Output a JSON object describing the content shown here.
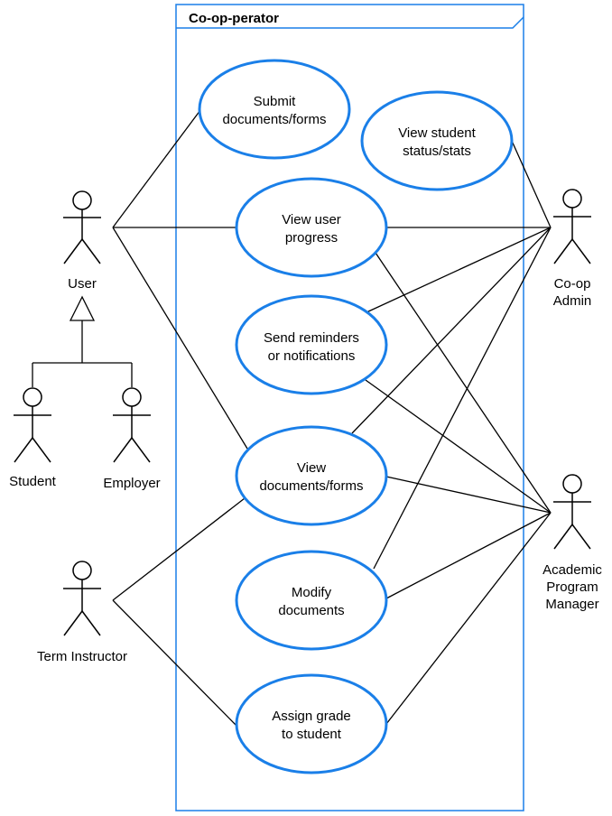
{
  "system": {
    "name": "Co-op-perator"
  },
  "actors": {
    "user": "User",
    "student": "Student",
    "employer": "Employer",
    "term_instructor": "Term Instructor",
    "coop_admin": [
      "Co-op",
      "Admin"
    ],
    "academic_program_manager": [
      "Academic",
      "Program",
      "Manager"
    ]
  },
  "use_cases": {
    "submit_documents": [
      "Submit",
      "documents/forms"
    ],
    "view_student_status": [
      "View student",
      "status/stats"
    ],
    "view_user_progress": [
      "View user",
      "progress"
    ],
    "send_reminders": [
      "Send reminders",
      "or notifications"
    ],
    "view_documents": [
      "View",
      "documents/forms"
    ],
    "modify_documents": [
      "Modify",
      "documents"
    ],
    "assign_grade": [
      "Assign grade",
      "to student"
    ]
  },
  "colors": {
    "use_case_border": "#1a7fe8",
    "system_border": "#1a7fe8",
    "lines": "#000000"
  }
}
